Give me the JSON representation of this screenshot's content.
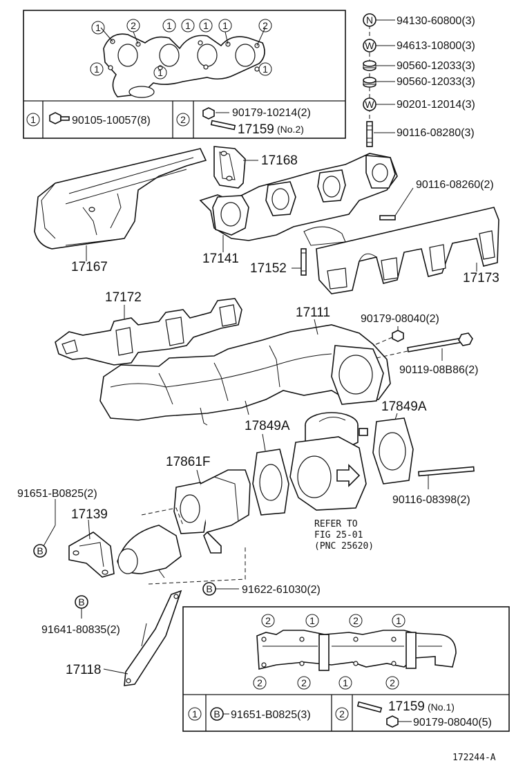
{
  "hardware": [
    {
      "symbol": "N",
      "part": "94130-60800(3)"
    },
    {
      "symbol": "W",
      "part": "94613-10800(3)"
    },
    {
      "symbol": "",
      "part": "90560-12033(3)"
    },
    {
      "symbol": "",
      "part": "90560-12033(3)"
    },
    {
      "symbol": "W",
      "part": "90201-12014(3)"
    },
    {
      "symbol": "",
      "part": "90116-08280(3)"
    }
  ],
  "top_box": {
    "markers": [
      "1",
      "2",
      "1",
      "1",
      "1",
      "1",
      "2",
      "1",
      "1",
      "1"
    ],
    "legend": [
      {
        "num": "1",
        "part": "90105-10057(8)"
      },
      {
        "num": "2",
        "part": "90179-10214(2)",
        "part2": "17159",
        "part2_note": "(No.2)"
      }
    ]
  },
  "labels": {
    "p17168": "17168",
    "p90116_08260": "90116-08260(2)",
    "p17167": "17167",
    "p17141": "17141",
    "p17152": "17152",
    "p17173": "17173",
    "p17172": "17172",
    "p17111": "17111",
    "p90179_08040": "90179-08040(2)",
    "p90119_08B86": "90119-08B86(2)",
    "p17849A_left": "17849A",
    "p17849A_right": "17849A",
    "p17861F": "17861F",
    "p91651_B0825": "91651-B0825(2)",
    "p17139": "17139",
    "p90116_08398": "90116-08398(2)",
    "refer_line1": "REFER TO",
    "refer_line2": "FIG 25-01",
    "refer_line3": "(PNC 25620)",
    "p91622_61030": "91622-61030(2)",
    "p91641_80835": "91641-80835(2)",
    "p17118": "17118",
    "b_marker": "B",
    "figure_code": "172244-A"
  },
  "bottom_box": {
    "markers_top": [
      "2",
      "1",
      "2",
      "1"
    ],
    "markers_bottom": [
      "2",
      "2",
      "1",
      "2"
    ],
    "legend": [
      {
        "num": "1",
        "symbol": "B",
        "part": "91651-B0825(3)"
      },
      {
        "num": "2",
        "part": "17159",
        "note": "(No.1)",
        "part2": "90179-08040(5)"
      }
    ]
  }
}
